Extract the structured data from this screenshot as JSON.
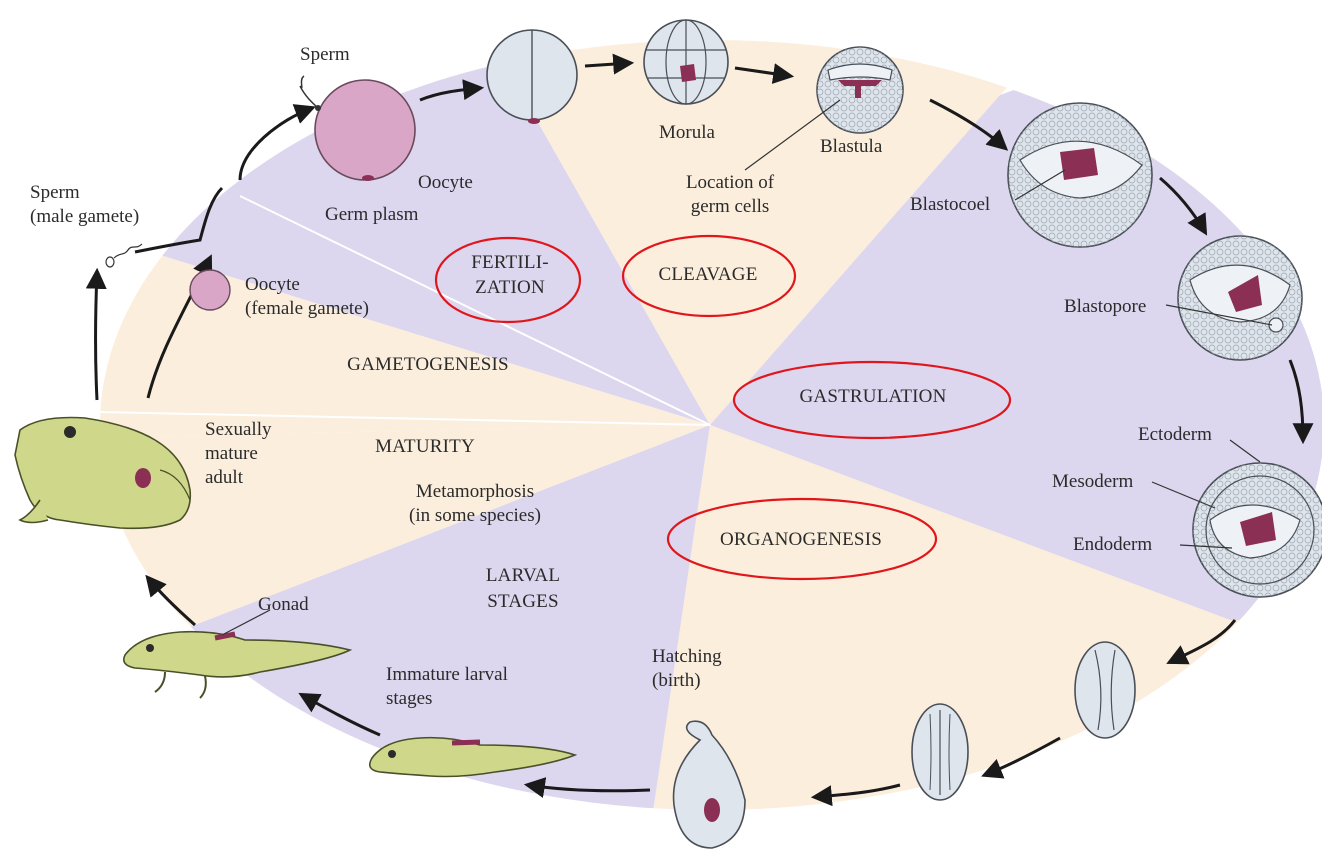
{
  "stages": {
    "fertilization": "FERTILI-\nZATION",
    "cleavage": "CLEAVAGE",
    "gastrulation": "GASTRULATION",
    "organogenesis": "ORGANOGENESIS",
    "larval": "LARVAL\nSTAGES",
    "maturity": "MATURITY",
    "gametogenesis": "GAMETOGENESIS"
  },
  "labels": {
    "sperm_top": "Sperm",
    "oocyte": "Oocyte",
    "germ_plasm": "Germ plasm",
    "sperm_male": "Sperm\n(male gamete)",
    "oocyte_female": "Oocyte\n(female gamete)",
    "morula": "Morula",
    "blastula": "Blastula",
    "germ_cells": "Location of\ngerm cells",
    "blastocoel": "Blastocoel",
    "blastopore": "Blastopore",
    "ectoderm": "Ectoderm",
    "mesoderm": "Mesoderm",
    "endoderm": "Endoderm",
    "adult": "Sexually\nmature\nadult",
    "metamorphosis": "Metamorphosis\n(in some species)",
    "gonad": "Gonad",
    "immature": "Immature larval\nstages",
    "hatching": "Hatching\n(birth)"
  },
  "colors": {
    "lavender": "#dcd6ee",
    "peach": "#fbeedd",
    "germ": "#8b2f55",
    "highlight": "#e0161b"
  }
}
